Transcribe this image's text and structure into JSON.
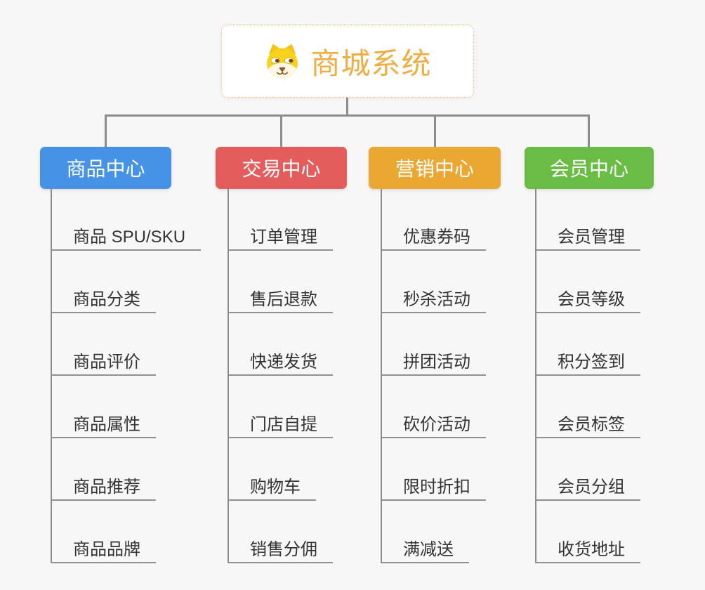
{
  "root": {
    "label": "商城系统",
    "icon": "shiba-dog-icon"
  },
  "theme": {
    "background": "#f7f7f7",
    "line_color": "#8c8c8c",
    "underline_color": "#909090",
    "root_text_color": "#efae44",
    "root_border_color": "#f3b863",
    "leaf_text_color": "#333333",
    "branch_text_color": "#ffffff"
  },
  "branches": [
    {
      "label": "商品中心",
      "color": "#4692e6",
      "children": [
        "商品 SPU/SKU",
        "商品分类",
        "商品评价",
        "商品属性",
        "商品推荐",
        "商品品牌"
      ]
    },
    {
      "label": "交易中心",
      "color": "#e45c5c",
      "children": [
        "订单管理",
        "售后退款",
        "快递发货",
        "门店自提",
        "购物车",
        "销售分佣"
      ]
    },
    {
      "label": "营销中心",
      "color": "#eaa832",
      "children": [
        "优惠券码",
        "秒杀活动",
        "拼团活动",
        "砍价活动",
        "限时折扣",
        "满减送"
      ]
    },
    {
      "label": "会员中心",
      "color": "#6abd44",
      "children": [
        "会员管理",
        "会员等级",
        "积分签到",
        "会员标签",
        "会员分组",
        "收货地址"
      ]
    }
  ]
}
